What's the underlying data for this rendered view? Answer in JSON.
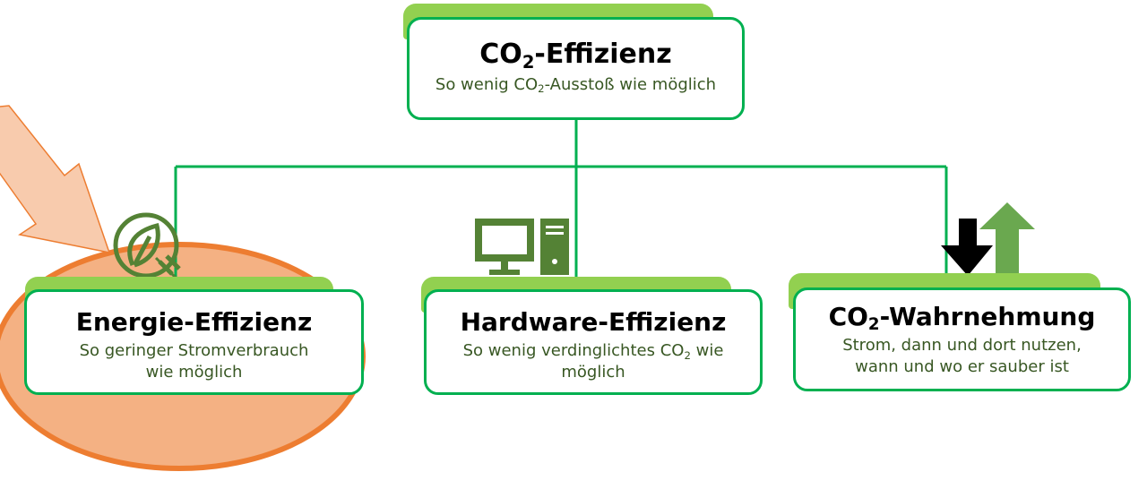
{
  "colors": {
    "line": "#00b050",
    "lime": "#92d050",
    "text_green": "#385723",
    "icon_green": "#548235",
    "arrow_green": "#6aa84f",
    "highlight_fill": "#f4b183",
    "highlight_stroke": "#ed7d31"
  },
  "top": {
    "title_pre": "CO",
    "title_sub": "2",
    "title_post": "-Effizienz",
    "subtitle_pre": "So wenig CO",
    "subtitle_sub": "2",
    "subtitle_post": "-Ausstoß wie möglich"
  },
  "energy": {
    "title": "Energie-Effizienz",
    "subtitle_line1": "So geringer Stromverbrauch",
    "subtitle_line2": "wie möglich",
    "icon": "leaf-plug-icon"
  },
  "hardware": {
    "title": "Hardware-Effizienz",
    "subtitle_line1_pre": "So wenig verdinglichtes CO",
    "subtitle_line1_sub": "2",
    "subtitle_line1_post": " wie",
    "subtitle_line2": "möglich",
    "icon": "computer-icon"
  },
  "awareness": {
    "title_pre": "CO",
    "title_sub": "2",
    "title_post": "-Wahrnehmung",
    "subtitle_line1": "Strom, dann und dort nutzen,",
    "subtitle_line2": "wann und wo er sauber ist",
    "icon": "up-down-arrows-icon"
  }
}
